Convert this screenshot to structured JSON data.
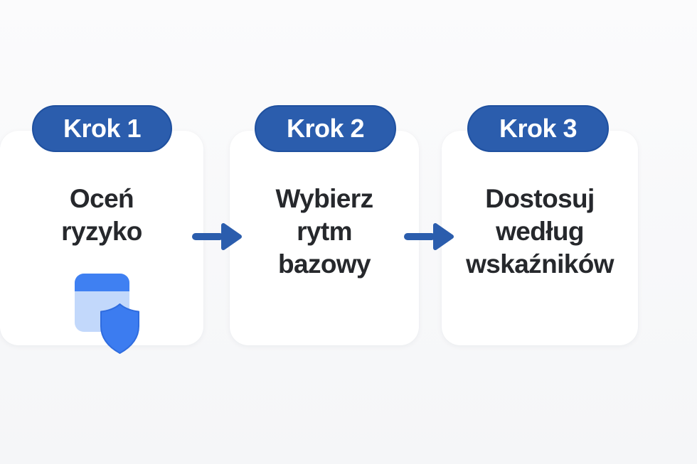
{
  "steps": [
    {
      "badge": "Krok 1",
      "lines": [
        "Oceń",
        "ryzyko"
      ],
      "icon": "window-shield-icon"
    },
    {
      "badge": "Krok 2",
      "lines": [
        "Wybierz",
        "rytm",
        "bazowy"
      ]
    },
    {
      "badge": "Krok 3",
      "lines": [
        "Dostosuj",
        "według",
        "wskaźników"
      ]
    }
  ],
  "arrows": [
    {
      "name": "arrow-right-icon"
    },
    {
      "name": "arrow-right-icon"
    }
  ],
  "colors": {
    "page-bg-top": "#fbfbfc",
    "page-bg-bottom": "#f5f6f8",
    "card-bg": "#ffffff",
    "badge-blue": "#2b5dad",
    "badge-border": "#1f509f",
    "badge-text": "#ffffff",
    "arrow-blue": "#2b5dad",
    "step-text": "#26282c",
    "icon-window-header": "#3f80f2",
    "icon-window-body": "#c2d8fb",
    "icon-shield": "#3c7cf0",
    "icon-shield-border": "#2f6cdf"
  }
}
